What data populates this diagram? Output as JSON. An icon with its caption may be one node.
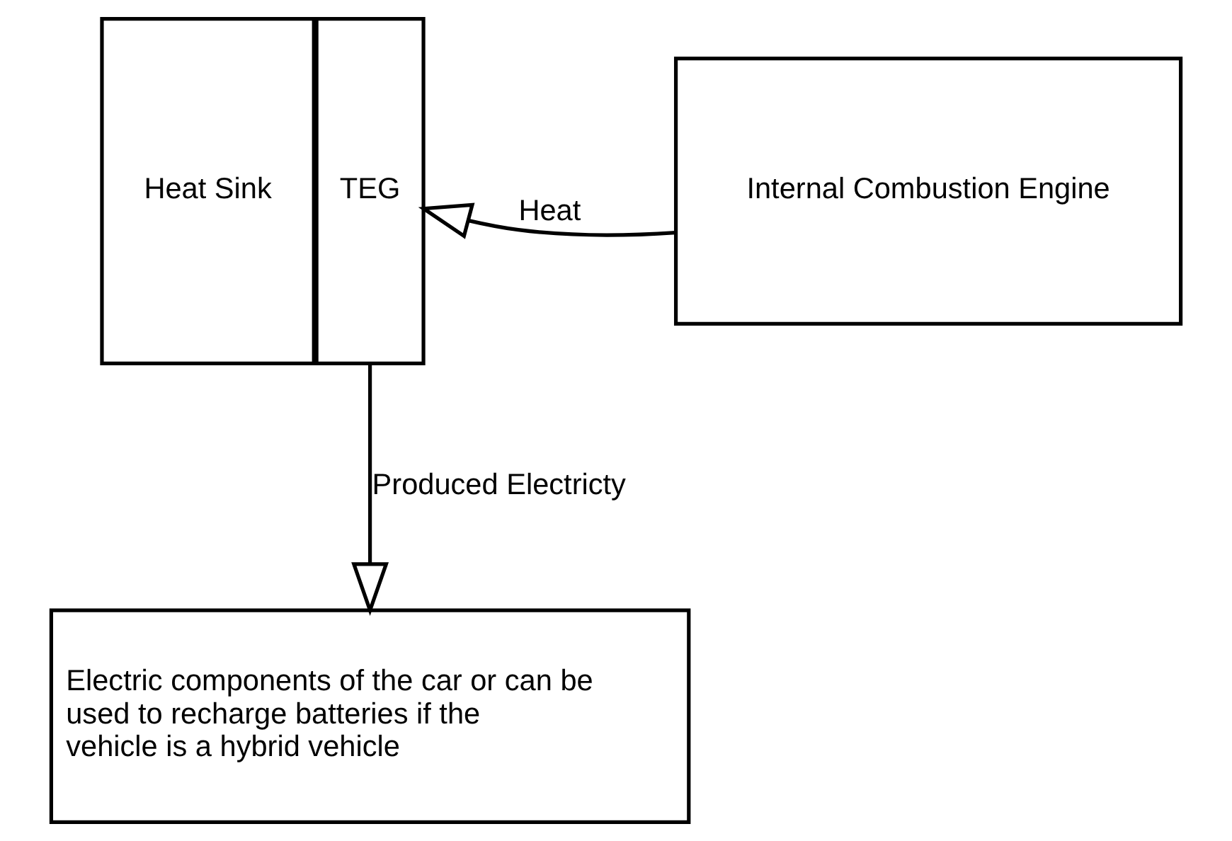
{
  "diagram": {
    "nodes": [
      {
        "text": [
          "Heat Sink"
        ]
      },
      {
        "text": [
          "TEG"
        ]
      },
      {
        "text": [
          "Internal Combustion Engine"
        ]
      },
      {
        "text": [
          "Electric components of the car or can be used to recharge batteries if the vehicle is a hybrid vehicle"
        ]
      }
    ],
    "edges": [
      {
        "from": 2,
        "to": 1,
        "arrow": "to",
        "label": "Heat"
      },
      {
        "from": 1,
        "to": 3,
        "arrow": "to",
        "label": "Produced Electricty"
      }
    ]
  }
}
